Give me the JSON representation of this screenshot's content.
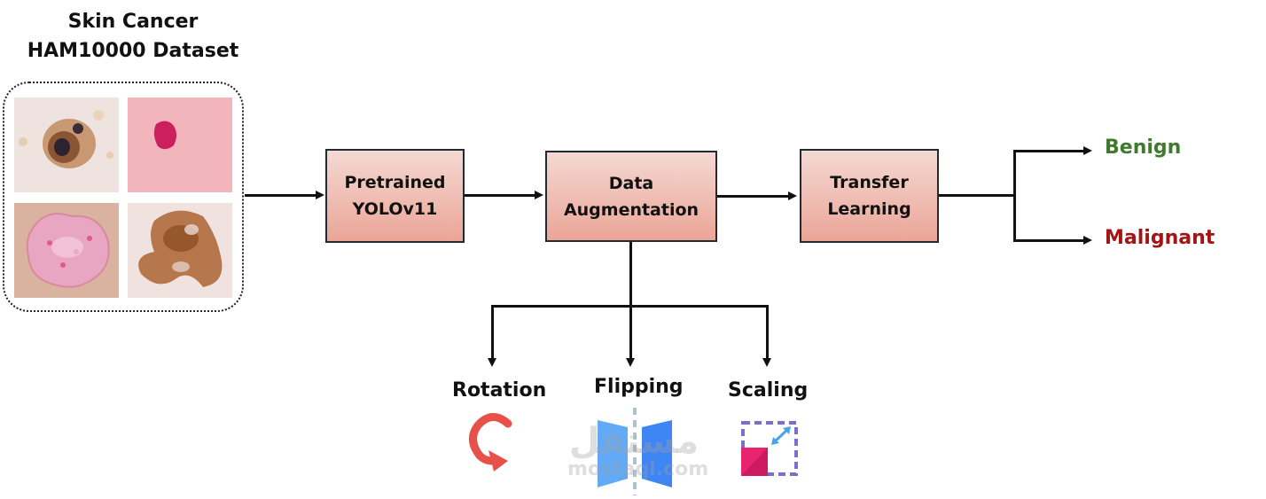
{
  "dataset": {
    "title_line1": "Skin Cancer",
    "title_line2": "HAM10000 Dataset",
    "images": [
      {
        "name": "lesion-brown-dark",
        "description": "brown lesion with dark center"
      },
      {
        "name": "lesion-pink-small",
        "description": "small magenta lesion on pink skin"
      },
      {
        "name": "lesion-pink-large",
        "description": "large pink lesion"
      },
      {
        "name": "lesion-brown-irregular",
        "description": "irregular brown lesion"
      }
    ]
  },
  "pipeline": [
    {
      "id": "yolo",
      "line1": "Pretrained",
      "line2": "YOLOv11"
    },
    {
      "id": "augmentation",
      "line1": "Data",
      "line2": "Augmentation"
    },
    {
      "id": "transfer",
      "line1": "Transfer",
      "line2": "Learning"
    }
  ],
  "outcomes": [
    {
      "label": "Benign",
      "color": "#3f7a2e"
    },
    {
      "label": "Malignant",
      "color": "#a31515"
    }
  ],
  "augmentations": [
    {
      "label": "Rotation",
      "icon": "rotate-arrow-icon"
    },
    {
      "label": "Flipping",
      "icon": "flip-icon"
    },
    {
      "label": "Scaling",
      "icon": "scale-icon"
    }
  ],
  "watermark": {
    "arabic": "مستقل",
    "latin": "mostaql.com"
  },
  "colors": {
    "block_top": "#f4d9d3",
    "block_bottom": "#eba597",
    "rotation": "#e8514a",
    "flip_light": "#62aaf7",
    "flip_dark": "#3f86f5",
    "scale_fill": "#e8236f",
    "scale_border": "#7a6fd0",
    "scale_arrow": "#4aa3e8"
  }
}
